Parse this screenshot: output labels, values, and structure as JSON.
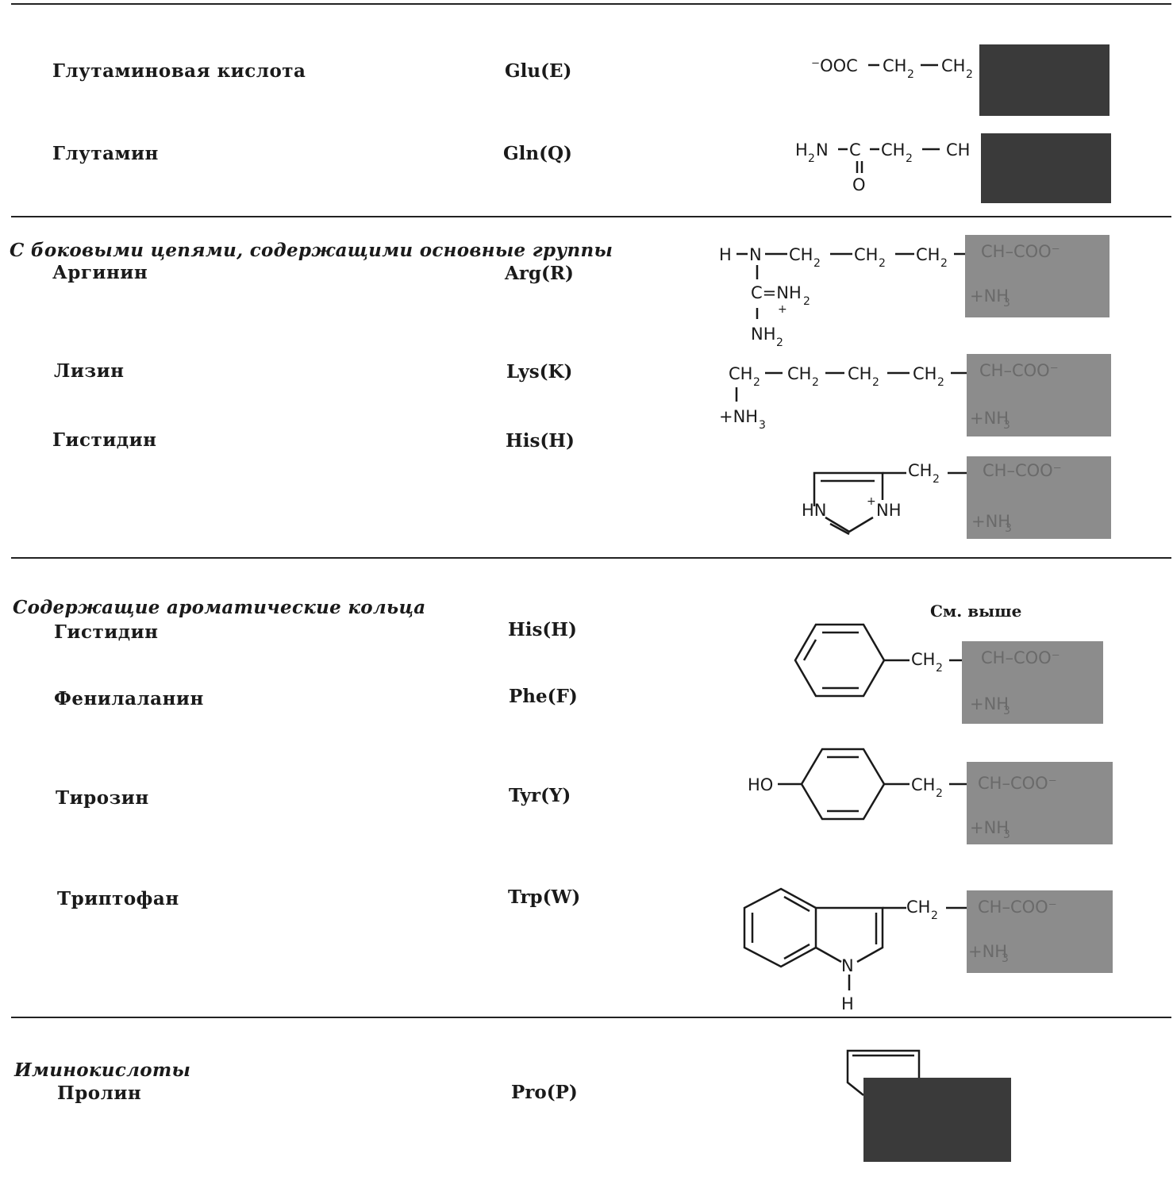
{
  "sections": {
    "basic": "С боковыми цепями, содержащими основные группы",
    "aromatic": "Содержащие ароматические кольца",
    "imino": "Иминокислоты"
  },
  "rows": [
    {
      "name": "Глутаминовая кислота",
      "code": "Glu(E)"
    },
    {
      "name": "Глутамин",
      "code": "Gln(Q)"
    },
    {
      "name": "Аргинин",
      "code": "Arg(R)"
    },
    {
      "name": "Лизин",
      "code": "Lys(K)"
    },
    {
      "name": "Гистидин",
      "code": "His(H)"
    },
    {
      "name": "Гистидин",
      "code": "His(H)"
    },
    {
      "name": "Фенилаланин",
      "code": "Phe(F)"
    },
    {
      "name": "Тирозин",
      "code": "Tyr(Y)"
    },
    {
      "name": "Триптофан",
      "code": "Trp(W)"
    },
    {
      "name": "Пролин",
      "code": "Pro(P)"
    }
  ],
  "see_above": "См. выше",
  "colors": {
    "dark_box": "#3a3a3a",
    "gray_box": "#8c8c8c",
    "ink": "#1a1a1a"
  }
}
